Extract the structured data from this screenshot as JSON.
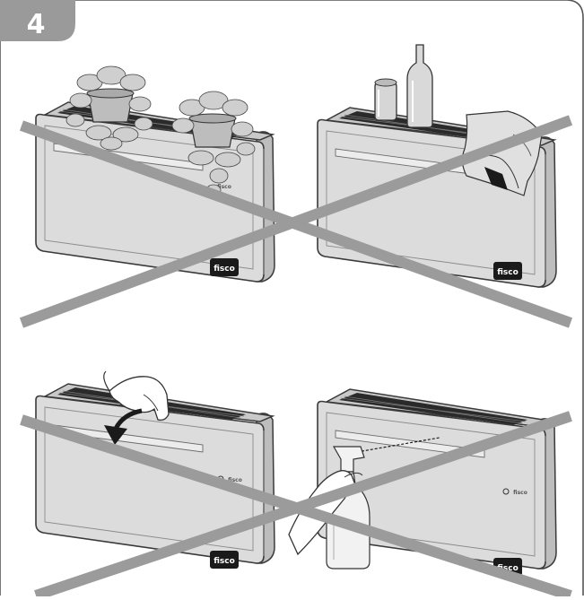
{
  "step": {
    "number": "4",
    "badge_color": "#9a9a9a"
  },
  "colors": {
    "frame": "#555555",
    "unit_body": "#dcdcdc",
    "unit_shade": "#bdbdbd",
    "unit_edge": "#3a3a3a",
    "grille": "#2a2a2a",
    "cross": "#9b9b9b",
    "logo_bg": "#1a1a1a"
  },
  "panels": [
    {
      "id": "plants-on-top",
      "logo": "fisco",
      "brand": "fisco"
    },
    {
      "id": "objects-on-top",
      "logo": "fisco",
      "brand": "fisco"
    },
    {
      "id": "hand-on-flap",
      "logo": "fisco",
      "brand": "fisco"
    },
    {
      "id": "spray-cleaning",
      "logo": "fisco",
      "brand": "fisco"
    }
  ]
}
